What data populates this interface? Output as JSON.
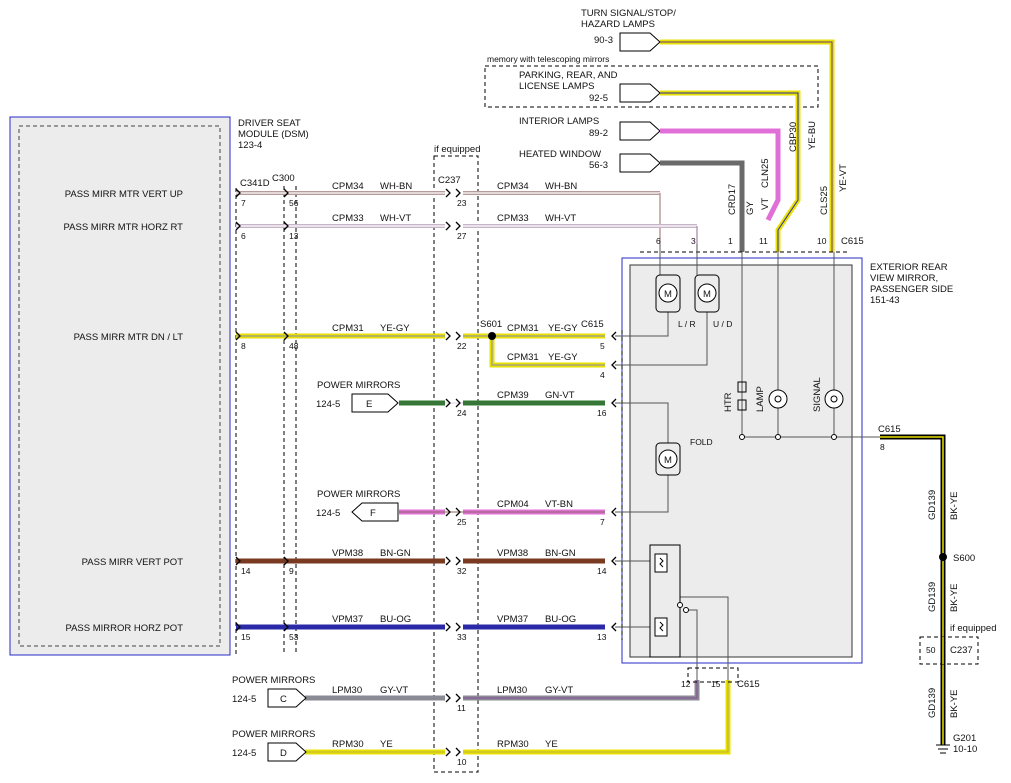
{
  "dsm": {
    "title_lines": [
      "DRIVER SEAT",
      "MODULE (DSM)",
      "123-4"
    ],
    "pins": [
      {
        "label": "PASS MIRR MTR VERT UP"
      },
      {
        "label": "PASS MIRR MTR HORZ RT"
      },
      {
        "label": "PASS MIRR MTR DN / LT"
      },
      {
        "label": "PASS MIRR VERT POT"
      },
      {
        "label": "PASS MIRROR HORZ POT"
      }
    ]
  },
  "connectors": {
    "c341d": "C341D",
    "c300": "C300",
    "c237": "C237",
    "c237_note": "if equipped",
    "s601": "S601",
    "c615": "C615",
    "c615_top": "C615",
    "c615_bottom": "C615",
    "c615_ground": "C615"
  },
  "wires": [
    {
      "circuit": "CPM34",
      "color_code": "WH-BN",
      "dsm_pin": "7",
      "c300_pin": "56",
      "c237_pin": "23",
      "mirror_pin": "6",
      "stroke": "#b89a9a",
      "stroke2": "#ffffff"
    },
    {
      "circuit": "CPM33",
      "color_code": "WH-VT",
      "dsm_pin": "6",
      "c300_pin": "13",
      "c237_pin": "27",
      "mirror_pin": "3",
      "stroke": "#c8b4c8",
      "stroke2": "#ffffff"
    },
    {
      "circuit": "CPM31",
      "color_code": "YE-GY",
      "dsm_pin": "8",
      "c300_pin": "48",
      "c237_pin": "22",
      "mirror_pin": "5",
      "stroke": "#e8e000",
      "stroke2": "#999999"
    },
    {
      "circuit": "CPM31",
      "color_code": "YE-GY",
      "mirror_pin": "4"
    },
    {
      "circuit": "CPM39",
      "color_code": "GN-VT",
      "c237_pin": "24",
      "mirror_pin": "16",
      "stroke": "#2f7a2f",
      "stroke2": "#8a4a9a"
    },
    {
      "circuit": "CPM04",
      "color_code": "VT-BN",
      "c237_pin": "25",
      "mirror_pin": "7",
      "stroke": "#e070d8",
      "stroke2": "#8a6a5a"
    },
    {
      "circuit": "VPM38",
      "color_code": "BN-GN",
      "dsm_pin": "14",
      "c300_pin": "9",
      "c237_pin": "32",
      "mirror_pin": "14",
      "stroke": "#7a3a22",
      "stroke2": "#3a7a3a"
    },
    {
      "circuit": "VPM37",
      "color_code": "BU-OG",
      "dsm_pin": "15",
      "c300_pin": "53",
      "c237_pin": "33",
      "mirror_pin": "13",
      "stroke": "#2a2aa8",
      "stroke2": "#e08020"
    },
    {
      "circuit": "LPM30",
      "color_code": "GY-VT",
      "c237_pin": "11",
      "mirror_pin": "12",
      "stroke": "#8a8a94",
      "stroke2": "#8a4a9a"
    },
    {
      "circuit": "RPM30",
      "color_code": "YE",
      "c237_pin": "10",
      "mirror_pin": "15",
      "stroke": "#e8e000",
      "stroke2": "#e8e000"
    }
  ],
  "refs": [
    {
      "title": "POWER MIRRORS",
      "page": "124-5",
      "letter": "E"
    },
    {
      "title": "POWER MIRRORS",
      "page": "124-5",
      "letter": "F"
    },
    {
      "title": "POWER MIRRORS",
      "page": "124-5",
      "letter": "C"
    },
    {
      "title": "POWER MIRRORS",
      "page": "124-5",
      "letter": "D"
    }
  ],
  "top_refs": [
    {
      "title_lines": [
        "TURN SIGNAL/STOP/",
        "HAZARD LAMPS"
      ],
      "page": "90-3"
    },
    {
      "title_lines": [
        "PARKING, REAR, AND",
        "LICENSE LAMPS"
      ],
      "page": "92-5"
    },
    {
      "title_lines": [
        "INTERIOR LAMPS"
      ],
      "page": "89-2"
    },
    {
      "title_lines": [
        "HEATED WINDOW"
      ],
      "page": "56-3"
    }
  ],
  "memory_note": "memory with telescoping mirrors",
  "vertical_wires": [
    {
      "circuit": "CRD17",
      "color_code": "GY",
      "pin": "1"
    },
    {
      "circuit": "CLN25",
      "color_code": "VT",
      "pin": "11"
    },
    {
      "circuit": "CBP30",
      "color_code": "YE-BU",
      "pin": ""
    },
    {
      "circuit": "CLS25",
      "color_code": "YE-VT",
      "pin": "10"
    }
  ],
  "mirror": {
    "title_lines": [
      "EXTERIOR REAR",
      "VIEW MIRROR,",
      "PASSENGER SIDE",
      "151-43"
    ],
    "motor_lr_label": "L / R",
    "motor_ud_label": "U / D",
    "motor_symbol": "M",
    "fold_label": "FOLD",
    "htr_label": "HTR",
    "lamp_label": "LAMP",
    "signal_label": "SIGNAL",
    "ground_pin": "8"
  },
  "ground": {
    "circuit": "GD139",
    "color_code": "BK-YE",
    "splice": "S600",
    "c237_note": "if equipped",
    "c237_label": "C237",
    "c237_pin": "50",
    "ground_id": "G201",
    "ground_page": "10-10"
  }
}
